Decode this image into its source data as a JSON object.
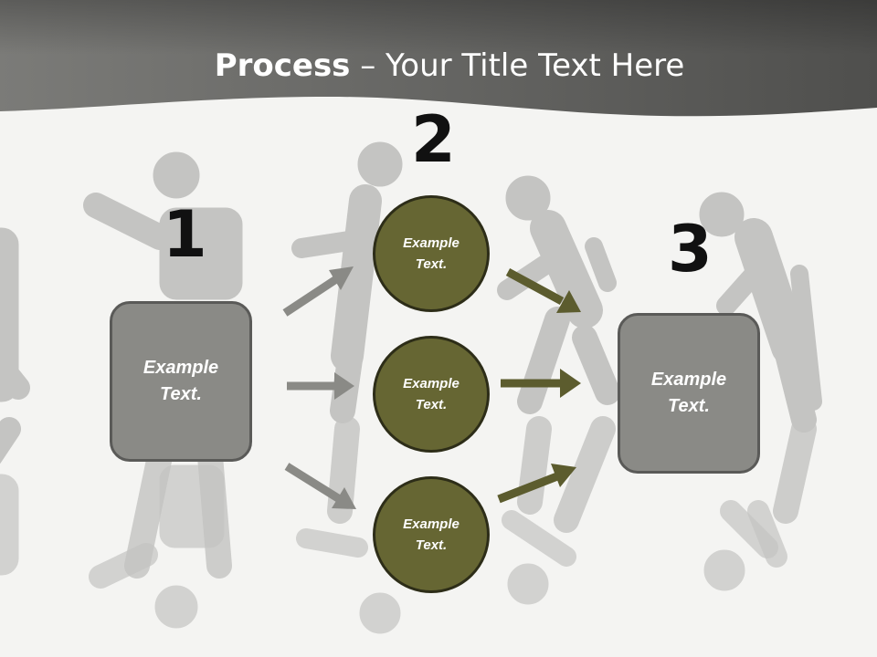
{
  "title": {
    "bold": "Process",
    "rest": " – Your Title Text Here"
  },
  "steps": [
    "1",
    "2",
    "3"
  ],
  "boxes": [
    {
      "text": "Example\nText."
    },
    {
      "text": "Example\nText."
    }
  ],
  "circles": [
    {
      "text": "Example\nText."
    },
    {
      "text": "Example\nText."
    },
    {
      "text": "Example\nText."
    }
  ],
  "colors": {
    "header": "#5a5a57",
    "box_fill": "#8a8a86",
    "circle_fill": "#666633",
    "gray_arrow": "#8a8a86",
    "olive_arrow": "#5c5c2e",
    "silhouette": "#c4c4c2"
  },
  "icons": [
    "walking-figure-silhouette",
    "arrow-right-icon"
  ]
}
